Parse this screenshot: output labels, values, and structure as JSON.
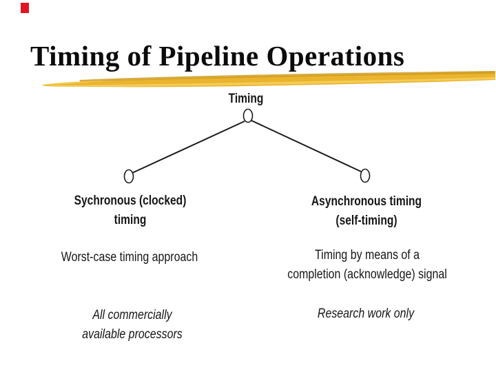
{
  "slide": {
    "title": "Timing of Pipeline Operations",
    "accent_color": "#EBB42E",
    "marker_color": "#E01422",
    "background_color": "#FFFFFF",
    "text_color": "#161616"
  },
  "diagram": {
    "root": {
      "label": "Timing"
    },
    "left_branch": {
      "label_line1": "Sychronous (clocked)",
      "label_line2": "timing",
      "description": "Worst-case timing approach",
      "note_line1": "All commercially",
      "note_line2": "available processors"
    },
    "right_branch": {
      "label_line1": "Asynchronous timing",
      "label_line2": "(self-timing)",
      "description_line1": "Timing by means of a",
      "description_line2": "completion (acknowledge) signal",
      "note": "Research work only"
    }
  }
}
